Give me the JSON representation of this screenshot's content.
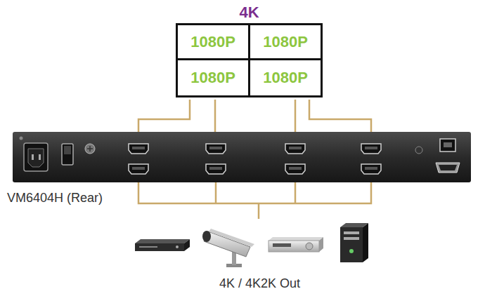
{
  "diagram": {
    "nodes": [
      {
        "text": [
          "4K"
        ]
      },
      {
        "text": [
          "1080P"
        ],
        "in": 0
      },
      {
        "text": [
          "1080P"
        ],
        "in": 0
      },
      {
        "text": [
          "1080P"
        ],
        "in": 0
      },
      {
        "text": [
          "1080P"
        ],
        "in": 0
      }
    ],
    "labels": [
      "VM6404H (Rear)",
      "4K / 4K2K Out"
    ]
  }
}
